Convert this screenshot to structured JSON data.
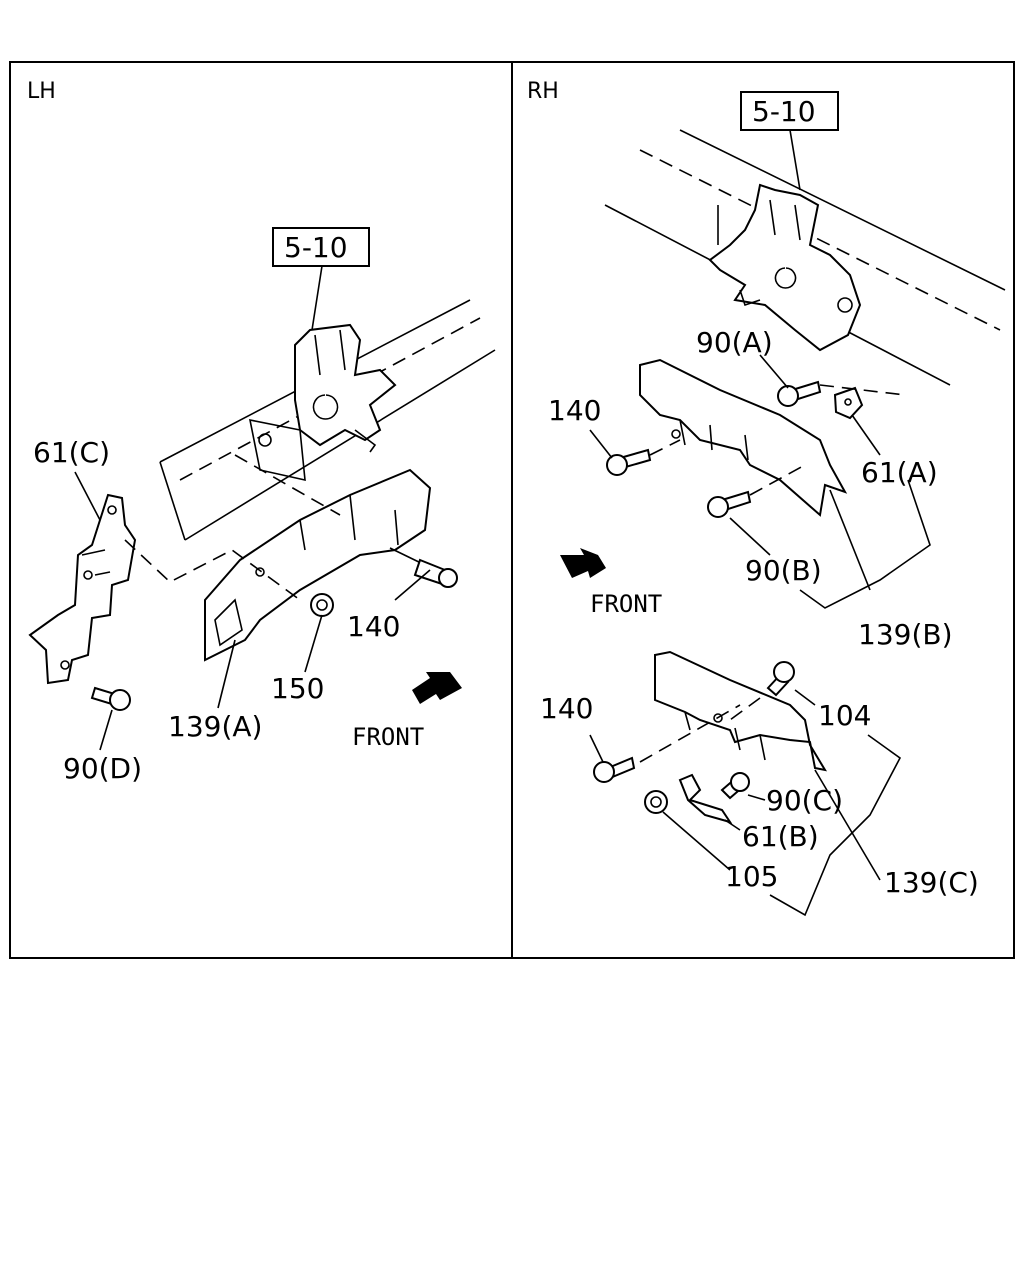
{
  "panels": {
    "lh": {
      "side_label": "LH"
    },
    "rh": {
      "side_label": "RH"
    }
  },
  "labels": {
    "lh_ref": "5-10",
    "rh_ref": "5-10",
    "lh_61c": "61(C)",
    "lh_140": "140",
    "lh_150": "150",
    "lh_139a": "139(A)",
    "lh_90d": "90(D)",
    "lh_front": "FRONT",
    "rh_90a": "90(A)",
    "rh_140_upper": "140",
    "rh_61a": "61(A)",
    "rh_90b": "90(B)",
    "rh_front": "FRONT",
    "rh_139b": "139(B)",
    "rh_140_lower": "140",
    "rh_104": "104",
    "rh_90c": "90(C)",
    "rh_61b": "61(B)",
    "rh_105": "105",
    "rh_139c": "139(C)"
  },
  "icons": [
    "front-arrow-icon",
    "bolt-icon",
    "nut-icon",
    "bracket-icon"
  ]
}
